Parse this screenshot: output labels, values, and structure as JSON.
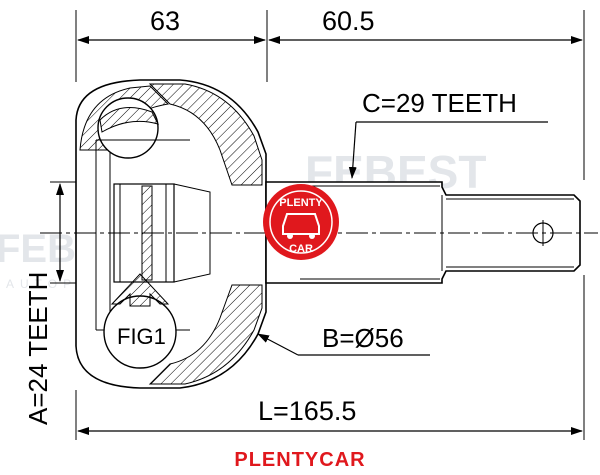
{
  "dimensions": {
    "top_left": "63",
    "top_right": "60.5",
    "bottom_length": "L=165.5"
  },
  "labels": {
    "outer_spline": "C=29 TEETH",
    "inner_spline": "A=24 TEETH",
    "diameter": "B=Ø56",
    "figure": "FIG1"
  },
  "watermark": {
    "brand": "FEBEST",
    "tagline": "AUTOPARTS"
  },
  "badge": {
    "top": "PLENTY",
    "bottom": "CAR"
  },
  "footer": {
    "brand": "PLENTYCAR"
  },
  "colors": {
    "brand_red": "#e0181d",
    "line": "#000000",
    "watermark": "#e3e6ea"
  }
}
